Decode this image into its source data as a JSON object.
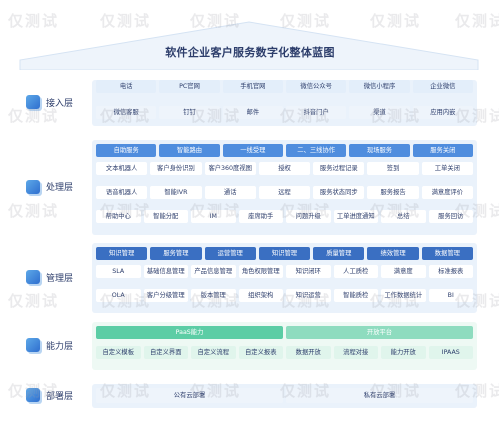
{
  "title": "软件企业客户服务数字化整体蓝图",
  "watermark": "仅测试",
  "layers": [
    {
      "key": "access",
      "label": "接入层",
      "rows": [
        {
          "style": "light",
          "cells": [
            "电话",
            "PC官网",
            "手机官网",
            "微信公众号",
            "微信小程序",
            "企业微信"
          ]
        },
        {
          "style": "pale",
          "cells": [
            "微信客服",
            "钉钉",
            "邮件",
            "抖音门户",
            "渠道",
            "应用内嵌"
          ]
        }
      ]
    },
    {
      "key": "processing",
      "label": "处理层",
      "header": [
        "自助服务",
        "智能路由",
        "一线受理",
        "二、三线协作",
        "现场服务",
        "服务关闭"
      ],
      "rows": [
        {
          "cells": [
            "文本机器人",
            "客户身份识别",
            "客户360度视图",
            "授权",
            "服务过程记录",
            "签到",
            "工单关闭"
          ]
        },
        {
          "cells": [
            "语音机器人",
            "智能IVR",
            "通话",
            "远程",
            "服务状态同步",
            "服务报告",
            "满意度评价"
          ]
        },
        {
          "cells": [
            "帮助中心",
            "智能分配",
            "IM",
            "座席助手",
            "问题升级",
            "工单进度通知",
            "总结",
            "服务回访"
          ]
        }
      ]
    },
    {
      "key": "management",
      "label": "管理层",
      "header": [
        "知识管理",
        "服务管理",
        "运营管理",
        "知识管理",
        "质量管理",
        "绩效管理",
        "数据管理"
      ],
      "rows": [
        {
          "cells": [
            "SLA",
            "基础信息管理",
            "产品信息管理",
            "角色权限管理",
            "知识闭环",
            "人工质检",
            "满意度",
            "标准报表"
          ]
        },
        {
          "cells": [
            "OLA",
            "客户分级管理",
            "版本管理",
            "组织架构",
            "知识运营",
            "智能质检",
            "工作数据统计",
            "BI"
          ]
        }
      ]
    },
    {
      "key": "capability",
      "label": "能力层",
      "header": [
        "PaaS能力",
        "开放平台"
      ],
      "rows": [
        {
          "cells": [
            "自定义模板",
            "自定义界面",
            "自定义流程",
            "自定义报表",
            "数据开放",
            "流程对接",
            "能力开放",
            "IPAAS"
          ]
        }
      ]
    },
    {
      "key": "deployment",
      "label": "部署层",
      "rows": [
        {
          "cells": [
            "公有云部署",
            "私有云部署"
          ]
        }
      ]
    }
  ],
  "colors": {
    "primary": "#3a6fc2",
    "header_blue": "#4f8dde",
    "green": "#5ccda5",
    "panel_bg": "#eaf2fb",
    "text": "#2c3d6b"
  }
}
